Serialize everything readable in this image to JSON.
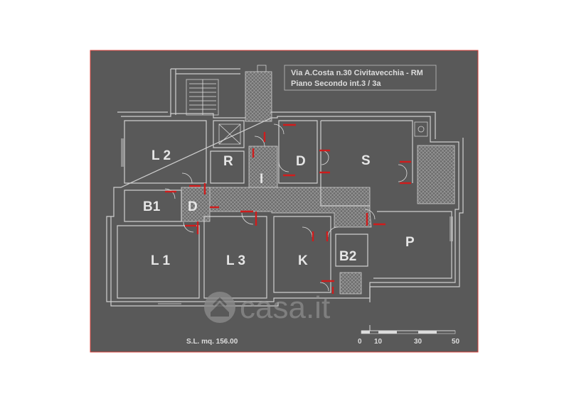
{
  "header": {
    "address": "Via A.Costa n.30  Civitavecchia - RM",
    "floor": "Piano Secondo  int.3 / 3a"
  },
  "rooms": {
    "l2": "L 2",
    "r": "R",
    "i": "I",
    "d_upper": "D",
    "s": "S",
    "b1": "B1",
    "d_lower": "D",
    "l1": "L 1",
    "l3": "L 3",
    "k": "K",
    "b2": "B2",
    "p": "P"
  },
  "area": "S.L. mq. 156.00",
  "scale": {
    "ticks": [
      "0",
      "10",
      "30",
      "50"
    ]
  },
  "watermark": "casa.it",
  "colors": {
    "background": "#595959",
    "border": "#d8403a",
    "wall": "#cfcfcf",
    "door_jamb": "#d01c1c"
  }
}
